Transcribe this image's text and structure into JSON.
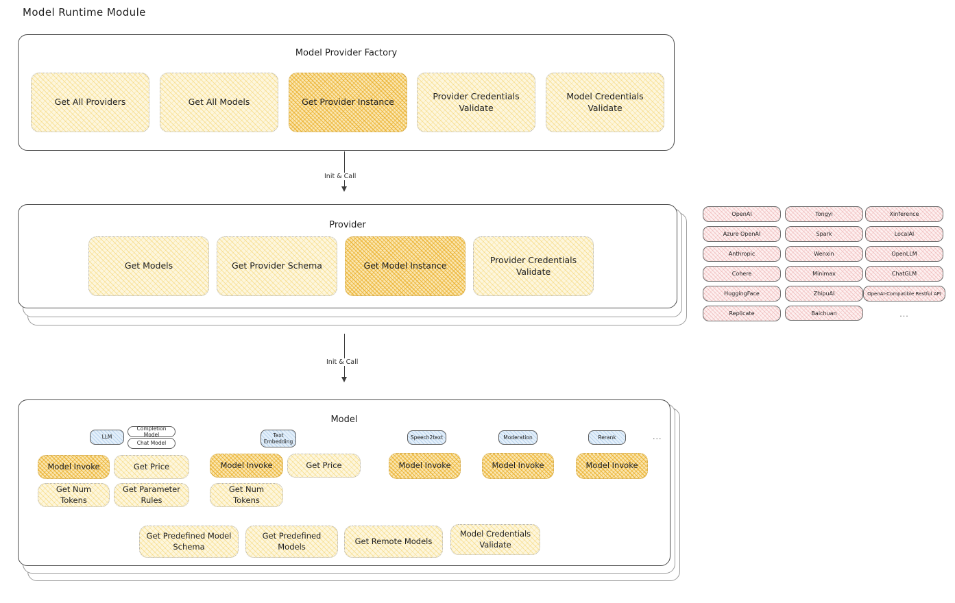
{
  "page": {
    "title": "Model Runtime Module"
  },
  "factory": {
    "title": "Model Provider Factory",
    "methods": [
      {
        "label": "Get All Providers",
        "highlighted": false
      },
      {
        "label": "Get All Models",
        "highlighted": false
      },
      {
        "label": "Get Provider Instance",
        "highlighted": true
      },
      {
        "label": "Provider Credentials Validate",
        "highlighted": false
      },
      {
        "label": "Model Credentials Validate",
        "highlighted": false
      }
    ]
  },
  "arrows": [
    {
      "label": "Init & Call"
    },
    {
      "label": "Init & Call"
    }
  ],
  "provider": {
    "title": "Provider",
    "methods": [
      {
        "label": "Get Models",
        "highlighted": false
      },
      {
        "label": "Get Provider Schema",
        "highlighted": false
      },
      {
        "label": "Get Model Instance",
        "highlighted": true
      },
      {
        "label": "Provider Credentials Validate",
        "highlighted": false
      }
    ]
  },
  "provider_list": {
    "columns": [
      {
        "items": [
          "OpenAI",
          "Azure OpenAI",
          "Anthropic",
          "Cohere",
          "HuggingFace",
          "Replicate"
        ]
      },
      {
        "items": [
          "Tongyi",
          "Spark",
          "Wenxin",
          "Minimax",
          "ZhipuAI",
          "Baichuan"
        ]
      },
      {
        "items": [
          "Xinference",
          "LocalAI",
          "OpenLLM",
          "ChatGLM",
          "OpenAI-Compatible Restful API"
        ]
      }
    ],
    "ellipsis": "..."
  },
  "model": {
    "title": "Model",
    "row_ellipsis": "...",
    "types": [
      {
        "name": "LLM",
        "sub_badges": [
          "Completion Model",
          "Chat Model"
        ],
        "methods": [
          {
            "label": "Model Invoke",
            "highlighted": true
          },
          {
            "label": "Get Price",
            "highlighted": false
          },
          {
            "label": "Get Num Tokens",
            "highlighted": false
          },
          {
            "label": "Get Parameter Rules",
            "highlighted": false
          }
        ]
      },
      {
        "name": "Text Embedding",
        "sub_badges": [],
        "methods": [
          {
            "label": "Model Invoke",
            "highlighted": true
          },
          {
            "label": "Get Price",
            "highlighted": false
          },
          {
            "label": "Get Num Tokens",
            "highlighted": false
          }
        ]
      },
      {
        "name": "Speech2text",
        "sub_badges": [],
        "methods": [
          {
            "label": "Model Invoke",
            "highlighted": false
          }
        ]
      },
      {
        "name": "Moderation",
        "sub_badges": [],
        "methods": [
          {
            "label": "Model Invoke",
            "highlighted": false
          }
        ]
      },
      {
        "name": "Rerank",
        "sub_badges": [],
        "methods": [
          {
            "label": "Model Invoke",
            "highlighted": false
          }
        ]
      }
    ],
    "shared_methods": [
      "Get Predefined Model Schema",
      "Get Predefined Models",
      "Get Remote Models",
      "Model Credentials Validate"
    ]
  },
  "colors": {
    "chip_fill": "#fdf6dd",
    "chip_highlight_fill": "#fae6b0",
    "pill_fill": "#fdf0f0",
    "badge_fill": "#e3effa",
    "stroke": "#1e1e1e"
  }
}
